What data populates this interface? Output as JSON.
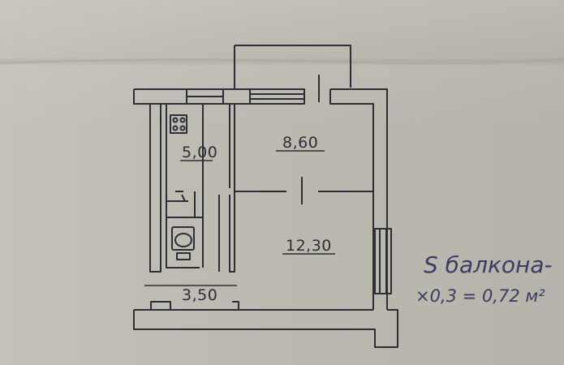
{
  "plan": {
    "rooms": [
      {
        "name": "kitchen",
        "area_label": "5,00"
      },
      {
        "name": "room-upper",
        "area_label": "8,60"
      },
      {
        "name": "room-lower",
        "area_label": "12,30"
      }
    ],
    "dimension_label": "3,50"
  },
  "note": {
    "line1": "S балкона-",
    "line2": "×0,3 = 0,72 м²"
  },
  "colors": {
    "paper": "#bdbab2",
    "ink": "#2b2e36",
    "pen": "#3a3d63"
  }
}
